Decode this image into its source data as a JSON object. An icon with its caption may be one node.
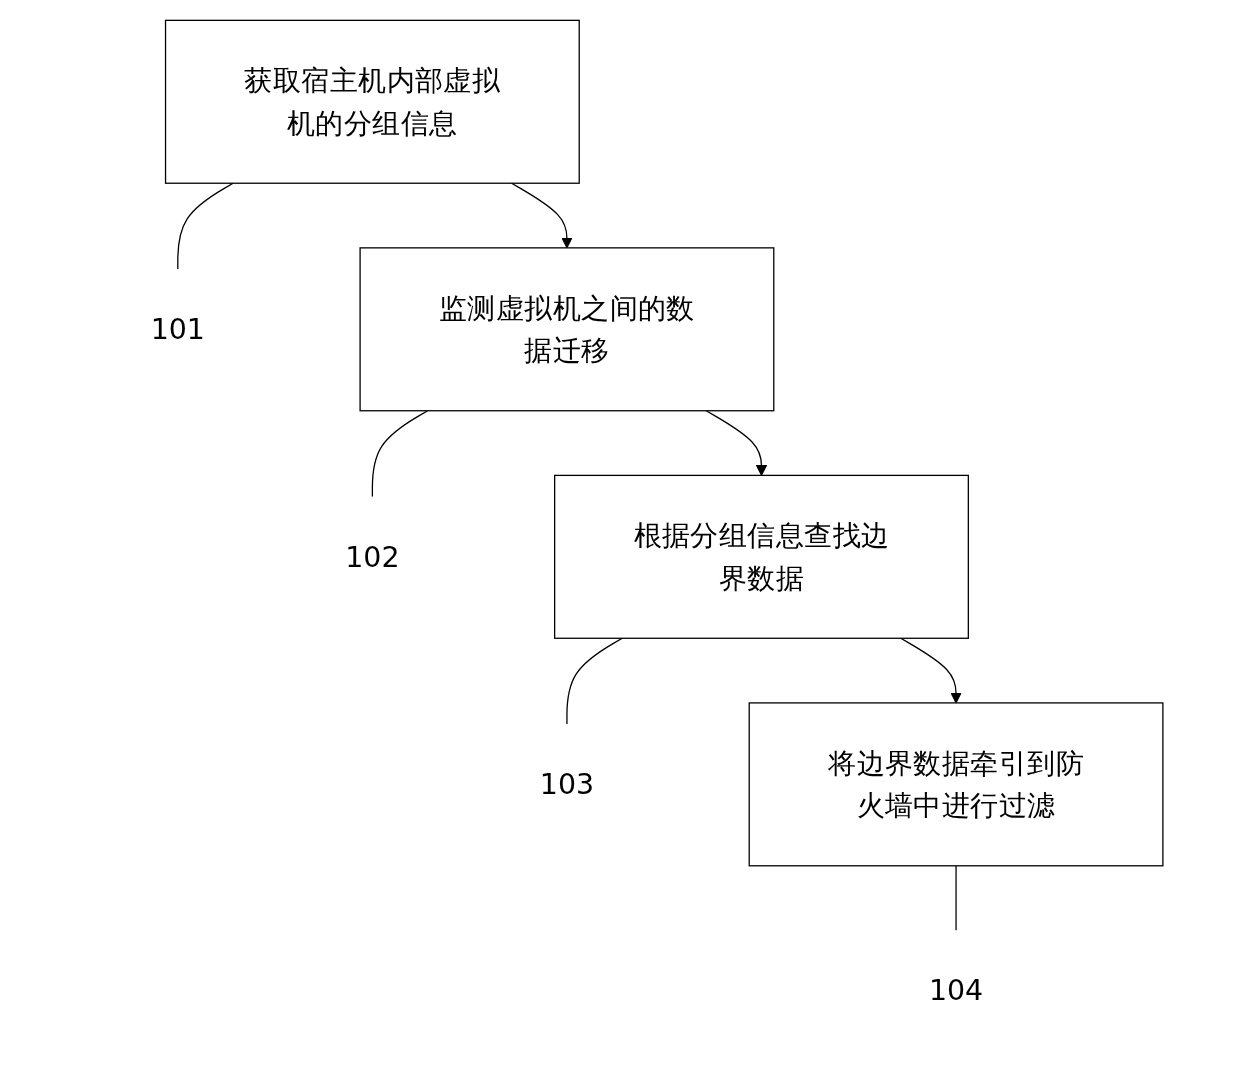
{
  "diagram": {
    "nodes": [
      {
        "text": [
          "获取宿主机内部虚拟机的分组信息"
        ]
      },
      {
        "text": [
          "101"
        ]
      },
      {
        "text": [
          "监测虚拟机之间的数据迁移"
        ]
      },
      {
        "text": [
          "102"
        ]
      },
      {
        "text": [
          "根据分组信息查找边界数据"
        ]
      },
      {
        "text": [
          "103"
        ]
      },
      {
        "text": [
          "将边界数据牵引到防火墙中进行过滤"
        ]
      },
      {
        "text": [
          "104"
        ]
      }
    ],
    "edges": [
      {
        "from": 0,
        "to": 2,
        "arrow": "to"
      },
      {
        "from": 2,
        "to": 4,
        "arrow": "to"
      },
      {
        "from": 4,
        "to": 6,
        "arrow": "to"
      },
      {
        "from": 1,
        "to": 0,
        "arrow": "none"
      },
      {
        "from": 3,
        "to": 2,
        "arrow": "none"
      },
      {
        "from": 5,
        "to": 4,
        "arrow": "none"
      },
      {
        "from": 7,
        "to": 6,
        "arrow": "none"
      }
    ]
  }
}
